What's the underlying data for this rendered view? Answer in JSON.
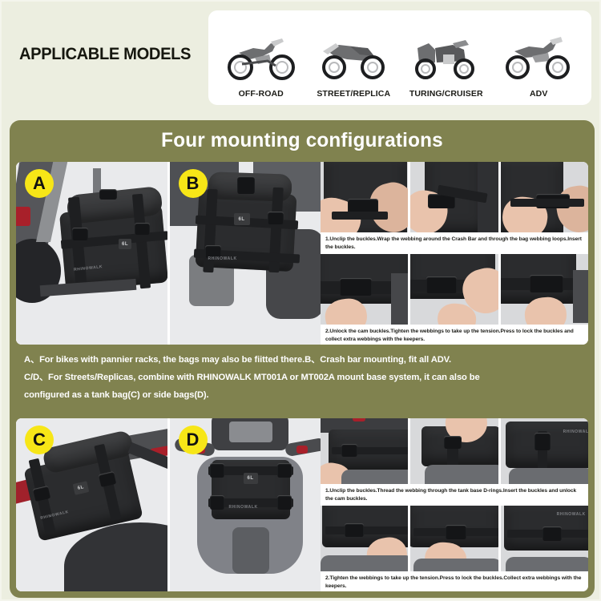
{
  "page": {
    "background_color": "#eceee0",
    "panel_color": "#80824f",
    "badge_color": "#f7e617",
    "card_color": "#ffffff"
  },
  "header": {
    "title": "APPLICABLE MODELS",
    "models": [
      {
        "label": "OFF-ROAD",
        "icon": "motorcycle-offroad-icon"
      },
      {
        "label": "STREET/REPLICA",
        "icon": "motorcycle-street-icon"
      },
      {
        "label": "TURING/CRUISER",
        "icon": "motorcycle-touring-icon"
      },
      {
        "label": "ADV",
        "icon": "motorcycle-adv-icon"
      }
    ]
  },
  "panel": {
    "band_title": "Four mounting configurations",
    "description_lines": [
      "A、For bikes with pannier racks, the bags may also be fiitted there.B、Crash bar mounting, fit all ADV.",
      "C/D、For Streets/Replicas,  combine with RHINOWALK MT001A or MT002A mount base system, it can also be",
      "configured as a tank bag(C) or side bags(D)."
    ]
  },
  "configurations": {
    "top": {
      "hero": [
        {
          "badge": "A",
          "alt": "bag mounted on pannier rack"
        },
        {
          "badge": "B",
          "alt": "bag mounted on crash bar"
        }
      ],
      "steps": [
        {
          "caption": "1.Unclip the buckles.Wrap the webbing around the Crash Bar and through the bag webbing loops.Insert the buckles.",
          "photos": [
            "hands-unclip-buckle",
            "hands-wrap-webbing",
            "hands-insert-buckle"
          ]
        },
        {
          "caption": "2.Unlock the cam buckles.Tighten the webbings to take up the tension.Press to lock the buckles and collect extra webbings with the keepers.",
          "photos": [
            "cam-buckle-unlock",
            "tighten-webbing",
            "lock-buckle-keeper"
          ]
        }
      ]
    },
    "bottom": {
      "hero": [
        {
          "badge": "C",
          "alt": "bag configured as side bag on tail rack"
        },
        {
          "badge": "D",
          "alt": "bag configured as tank bag"
        }
      ],
      "steps": [
        {
          "caption": "1.Unclip the buckles.Thread the webbing through the tank base D-rings.Insert the buckles and unlock the cam buckles.",
          "photos": [
            "tank-bag-unclip",
            "thread-d-ring",
            "insert-buckle-tank"
          ]
        },
        {
          "caption": "2.Tighten the webbings to take up the tension.Press to lock the buckles.Collect extra webbings with the keepers.",
          "photos": [
            "tighten-tank-webbing",
            "press-lock-buckle",
            "collect-keepers"
          ]
        }
      ]
    }
  },
  "product": {
    "capacity_tag": "6L",
    "brand": "RHINOWALK"
  }
}
